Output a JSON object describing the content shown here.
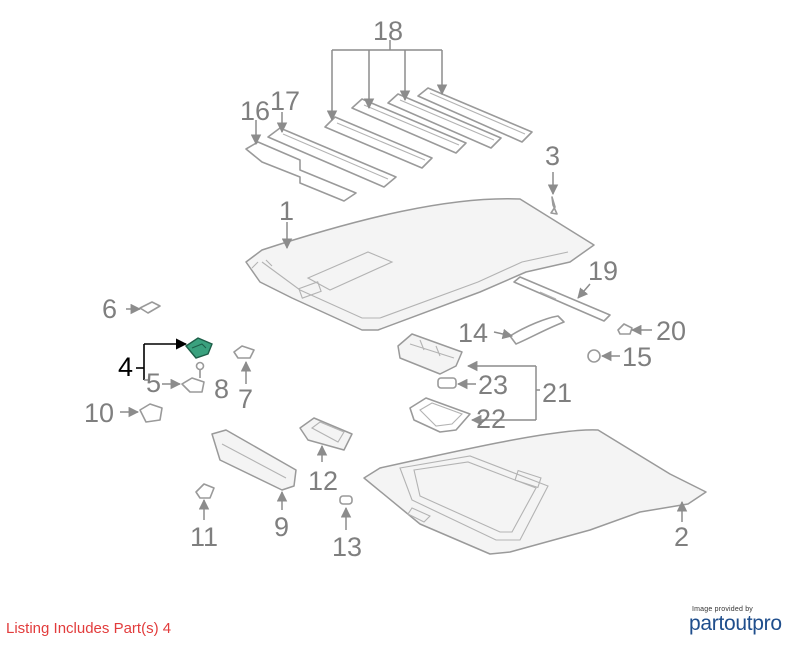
{
  "callouts": {
    "c1": "1",
    "c2": "2",
    "c3": "3",
    "c4": "4",
    "c5": "5",
    "c6": "6",
    "c7": "7",
    "c8": "8",
    "c9": "9",
    "c10": "10",
    "c11": "11",
    "c12": "12",
    "c13": "13",
    "c14": "14",
    "c15": "15",
    "c16": "16",
    "c17": "17",
    "c18": "18",
    "c19": "19",
    "c20": "20",
    "c21": "21",
    "c22": "22",
    "c23": "23"
  },
  "highlighted_part": "4",
  "highlight_color": "#3aa17e",
  "listing_note": "Listing Includes Part(s) 4",
  "credit": {
    "small": "Image provided by",
    "brand": "partoutpro"
  }
}
